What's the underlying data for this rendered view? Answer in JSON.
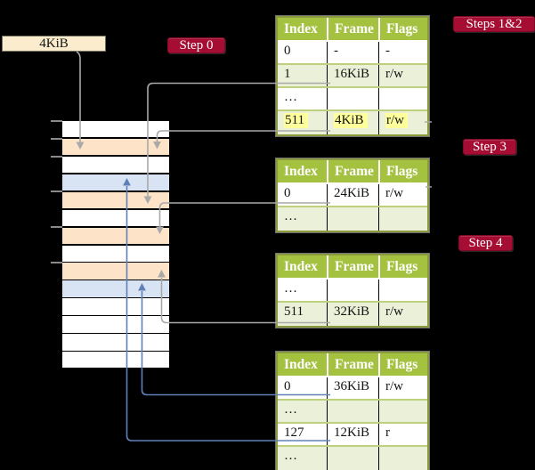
{
  "frame_size_box": {
    "label": "4KiB"
  },
  "badges": {
    "step0": "Step 0",
    "steps12": "Steps 1&2",
    "step3": "Step 3",
    "step4": "Step 4"
  },
  "tables": {
    "columns": [
      "Index",
      "Frame",
      "Flags"
    ],
    "l0": {
      "step_label": "Steps 1&2",
      "rows": [
        {
          "index": "0",
          "frame": "-",
          "flags": "-"
        },
        {
          "index": "1",
          "frame": "16KiB",
          "flags": "r/w"
        },
        {
          "index": "…",
          "frame": "",
          "flags": ""
        },
        {
          "index": "511",
          "frame": "4KiB",
          "flags": "r/w",
          "highlighted": true
        }
      ]
    },
    "l1": {
      "step_label": "Step 3",
      "rows": [
        {
          "index": "0",
          "frame": "24KiB",
          "flags": "r/w"
        },
        {
          "index": "…",
          "frame": "",
          "flags": ""
        }
      ]
    },
    "l2": {
      "step_label": "Step 4",
      "rows": [
        {
          "index": "…",
          "frame": "",
          "flags": ""
        },
        {
          "index": "511",
          "frame": "32KiB",
          "flags": "r/w"
        }
      ]
    },
    "l3": {
      "step_label": "",
      "rows": [
        {
          "index": "0",
          "frame": "36KiB",
          "flags": "r/w"
        },
        {
          "index": "…",
          "frame": "",
          "flags": ""
        },
        {
          "index": "127",
          "frame": "12KiB",
          "flags": "r"
        },
        {
          "index": "…",
          "frame": "",
          "flags": ""
        }
      ]
    }
  },
  "memory": {
    "rows": [
      "white",
      "peach",
      "white",
      "blue",
      "peach",
      "white",
      "peach",
      "white",
      "peach",
      "blue",
      "white",
      "white",
      "white",
      "white"
    ],
    "frame_size": "4KiB"
  },
  "connectors": [
    {
      "from": "4KiB frame-size box",
      "to": "memory frame at 4KiB",
      "color": "gray"
    },
    {
      "from": "root table entry 1 (16KiB)",
      "to": "memory frame at 16KiB",
      "color": "gray"
    },
    {
      "from": "root table entry 511 (4KiB)",
      "to": "memory frame at 4KiB",
      "color": "gray"
    },
    {
      "from": "step-3 table entry 0 (24KiB)",
      "to": "memory frame at 24KiB",
      "color": "gray"
    },
    {
      "from": "step-4 table entry 511 (32KiB)",
      "to": "memory frame at 32KiB",
      "color": "gray"
    },
    {
      "from": "leaf table entry 0 (36KiB)",
      "to": "memory frame at 36KiB",
      "color": "blue"
    },
    {
      "from": "leaf table entry 127 (12KiB)",
      "to": "memory frame at 12KiB",
      "color": "blue"
    }
  ],
  "colors": {
    "background": "#000000",
    "table_header_green": "#a4c140",
    "table_row_green": "#ebf1d8",
    "table_border_olive": "#8a9a3c",
    "badge_red": "#a60d33",
    "highlight_yellow": "#ffff9b",
    "frame_peach": "#fde3c8",
    "frame_blue": "#d8e3f3",
    "box_cream": "#fbeccd",
    "connector_gray": "#a9a9a9",
    "connector_blue": "#6080b8"
  }
}
